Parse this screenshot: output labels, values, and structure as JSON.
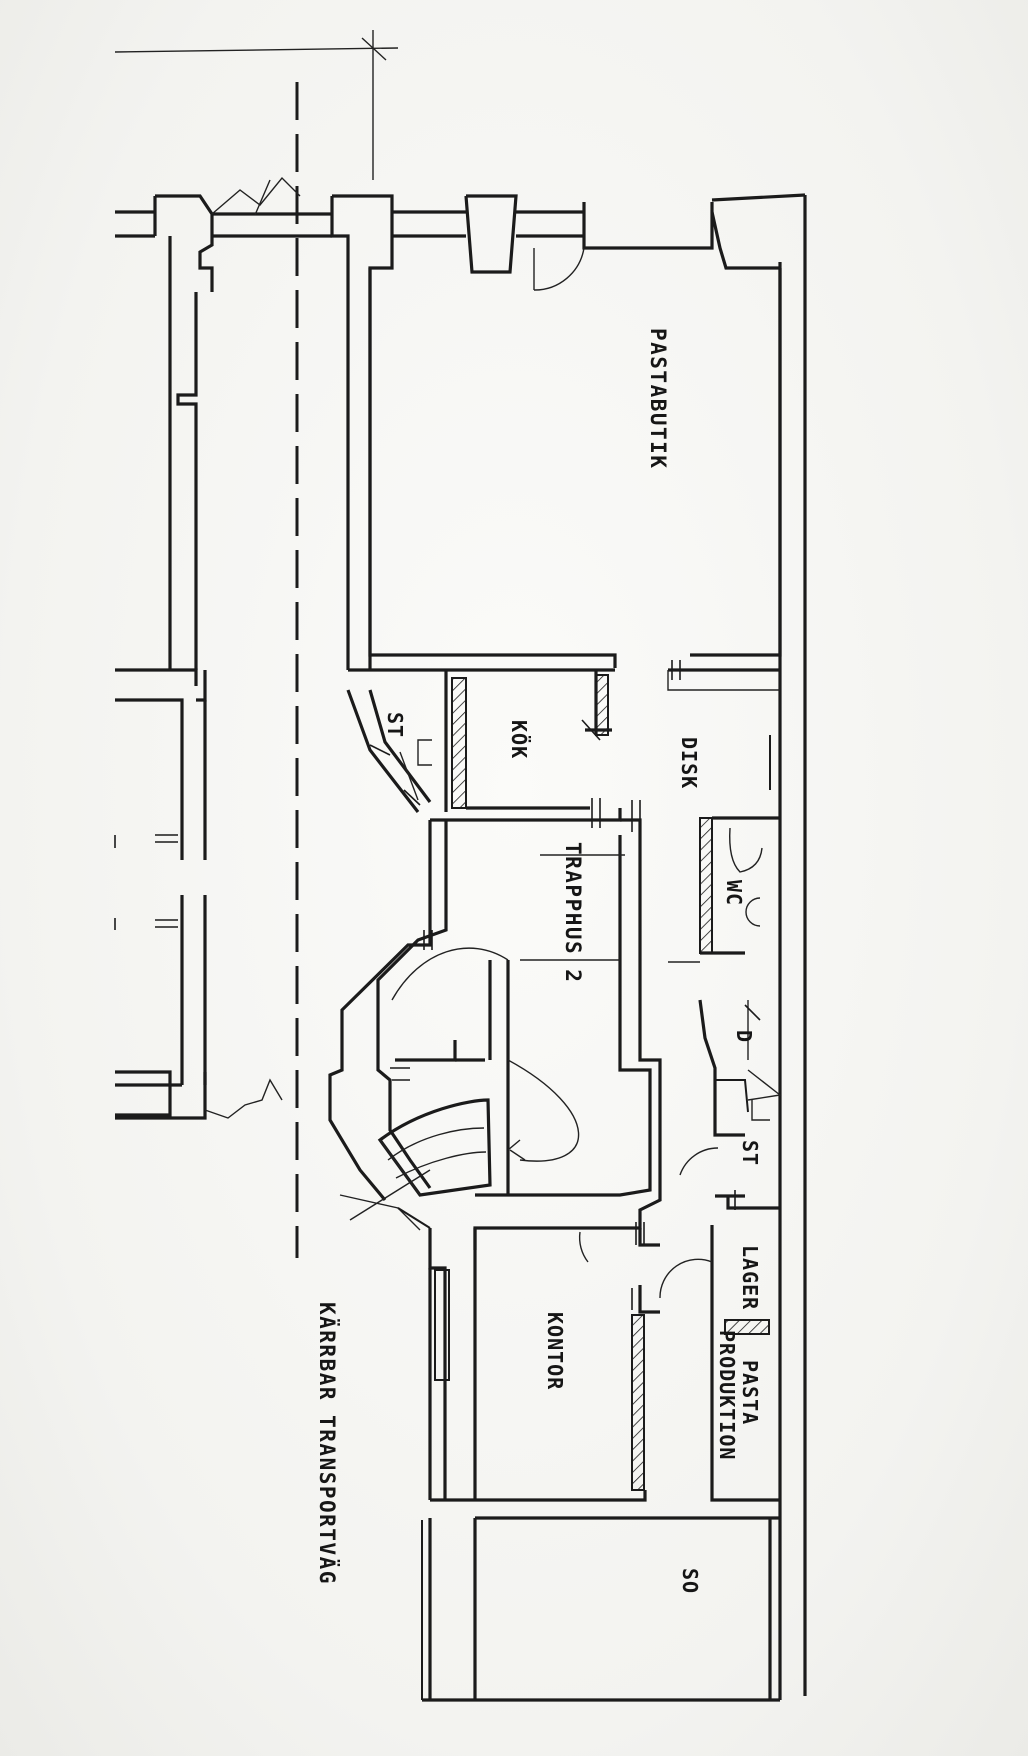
{
  "rooms": {
    "pastabutik": "PASTABUTIK",
    "kok": "KÖK",
    "disk": "DISK",
    "st_upper": "ST",
    "trapphus": "TRAPPHUS 2",
    "wc": "WC",
    "d": "D",
    "st_lower": "ST",
    "lager": "LAGER",
    "kontor": "KONTOR",
    "pasta_line1": "PASTA",
    "pasta_line2": "PRODUKTION",
    "so": "SO"
  },
  "route": {
    "label": "KÄRRBAR TRANSPORTVÄG"
  },
  "colors": {
    "ink": "#1b1b1b",
    "paper": "#f4f4f1"
  }
}
